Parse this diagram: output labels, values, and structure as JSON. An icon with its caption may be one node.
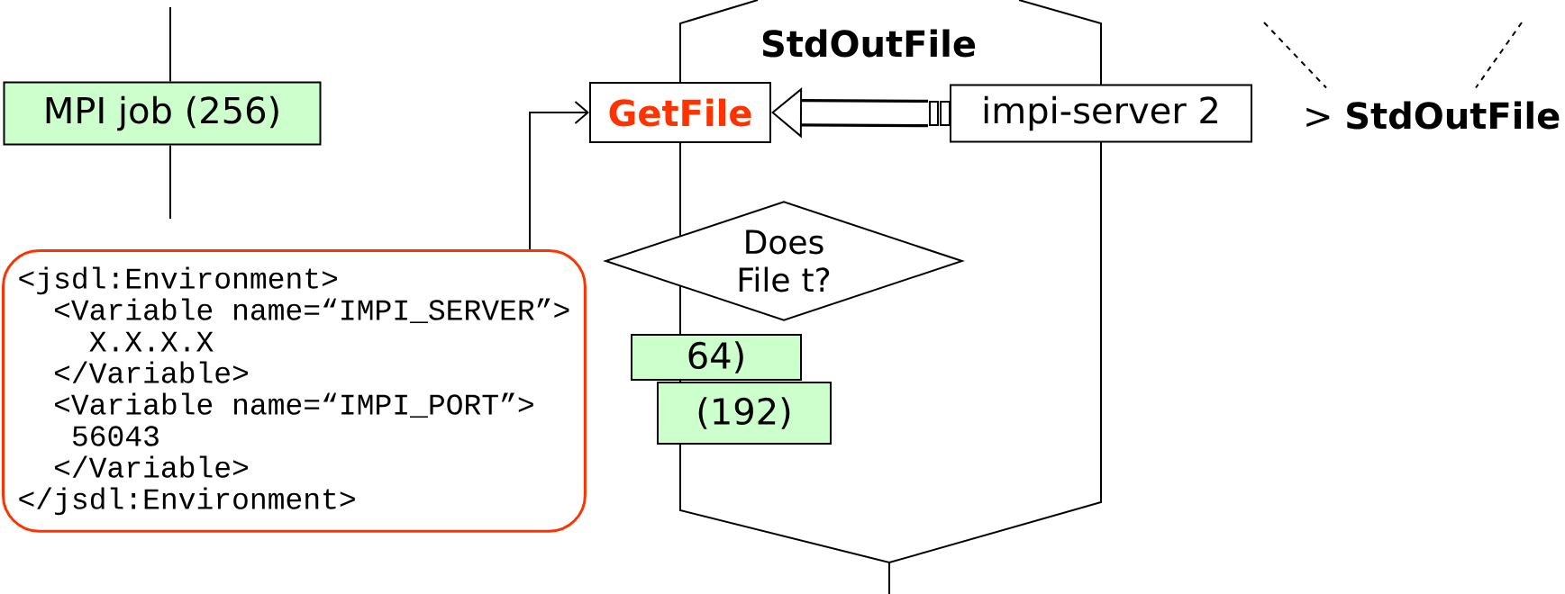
{
  "diagram": {
    "nodes": [
      {
        "text": [
          "StdOutFile"
        ]
      },
      {
        "text": [
          "GetFile"
        ]
      },
      {
        "text": [
          "impi-server 2"
        ]
      },
      {
        "text": [
          "Does File t?"
        ]
      },
      {
        "text": [
          "64)"
        ]
      },
      {
        "text": [
          "(192)"
        ]
      },
      {
        "text": [
          "MPI job (256)"
        ]
      },
      {
        "text": [
          "<jsdl:Environment>",
          "<Variable name=“IMPI_SERVER”>",
          "X.X.X.X",
          "</Variable>",
          "<Variable name=“IMPI_PORT”>",
          "56043",
          "</Variable>",
          "</jsdl:Environment>"
        ]
      },
      {
        "text": [
          "> **StdOutFile**"
        ]
      }
    ],
    "edges": [
      {
        "from": null,
        "to": 6,
        "arrow": "none"
      },
      {
        "from": 6,
        "to": null,
        "arrow": "none"
      },
      {
        "from": 2,
        "to": 1,
        "arrow": "to",
        "style": "thick"
      },
      {
        "from": 7,
        "to": 1,
        "arrow": "to"
      },
      {
        "from": null,
        "to": 8,
        "arrow": "none",
        "style": "dashed"
      },
      {
        "from": null,
        "to": 8,
        "arrow": "none",
        "style": "dashed"
      }
    ]
  }
}
